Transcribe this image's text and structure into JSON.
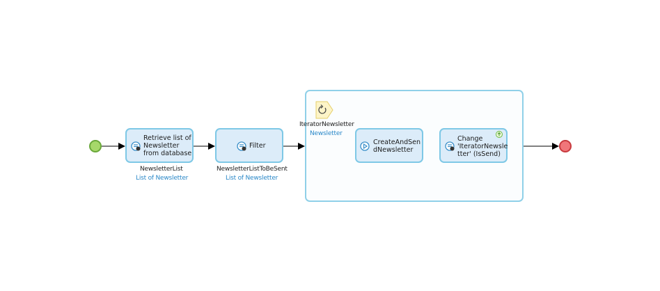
{
  "flow": {
    "retrieve": {
      "label": "Retrieve list of\nNewsletter\nfrom database",
      "output_name": "NewsletterList",
      "output_type": "List of Newsletter"
    },
    "filter": {
      "label": "Filter",
      "output_name": "NewsletterListToBeSent",
      "output_type": "List of Newsletter"
    },
    "loop": {
      "iterator_name": "IteratorNewsletter",
      "iterator_type": "Newsletter"
    },
    "create_send": {
      "label": "CreateAndSen\ndNewsletter"
    },
    "change": {
      "label": "Change\n'IteratorNewsle\ntter' (IsSend)"
    }
  },
  "colors": {
    "start": "#a6d86a",
    "end": "#f0767a",
    "activity_fill": "#dcecf9",
    "activity_border": "#7ec8e6",
    "link": "#2a88c8"
  },
  "icons": [
    "retrieve-icon",
    "filter-icon",
    "loop-iterator-icon",
    "microflow-call-icon",
    "change-object-icon",
    "commit-up-icon"
  ]
}
